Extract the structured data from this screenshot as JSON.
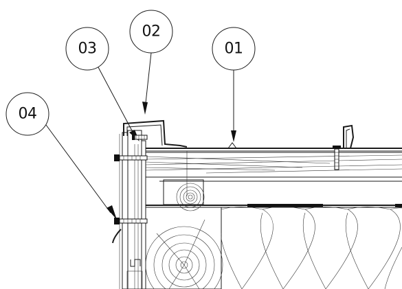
{
  "callouts": [
    {
      "id": "c01",
      "label": "01"
    },
    {
      "id": "c02",
      "label": "02"
    },
    {
      "id": "c03",
      "label": "03"
    },
    {
      "id": "c04",
      "label": "04"
    }
  ]
}
